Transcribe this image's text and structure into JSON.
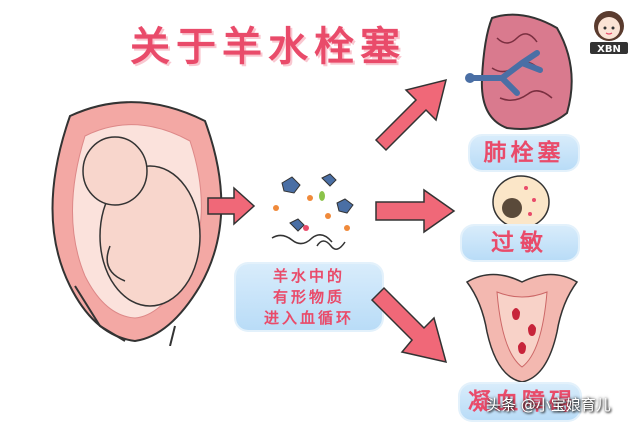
{
  "title": "关于羊水栓塞",
  "logo": {
    "text": "XBN",
    "icon": "cartoon-girl-avatar-icon"
  },
  "middle_label": {
    "lines": [
      "羊水中的",
      "有形物质",
      "进入血循环"
    ]
  },
  "outcomes": {
    "pulmonary": "肺栓塞",
    "allergy": "过敏",
    "coagulation": "凝血障碍"
  },
  "watermark": "头条 @小宝娘育儿",
  "colors": {
    "accent": "#e94b6a",
    "arrow": "#f06878",
    "pill": "#c6e3f8",
    "skin": "#f6d7cf",
    "uterus": "#f3a8a4"
  }
}
